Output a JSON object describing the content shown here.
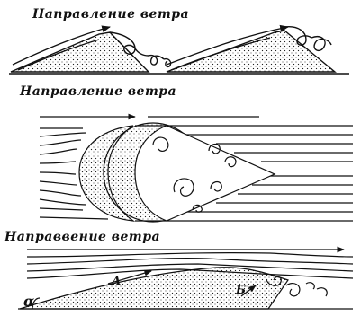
{
  "panels": [
    {
      "caption": "Направление ветра"
    },
    {
      "caption": "Направление ветра"
    },
    {
      "caption": "Направвение ветра",
      "labels": [
        "А",
        "Б",
        "α"
      ]
    }
  ]
}
